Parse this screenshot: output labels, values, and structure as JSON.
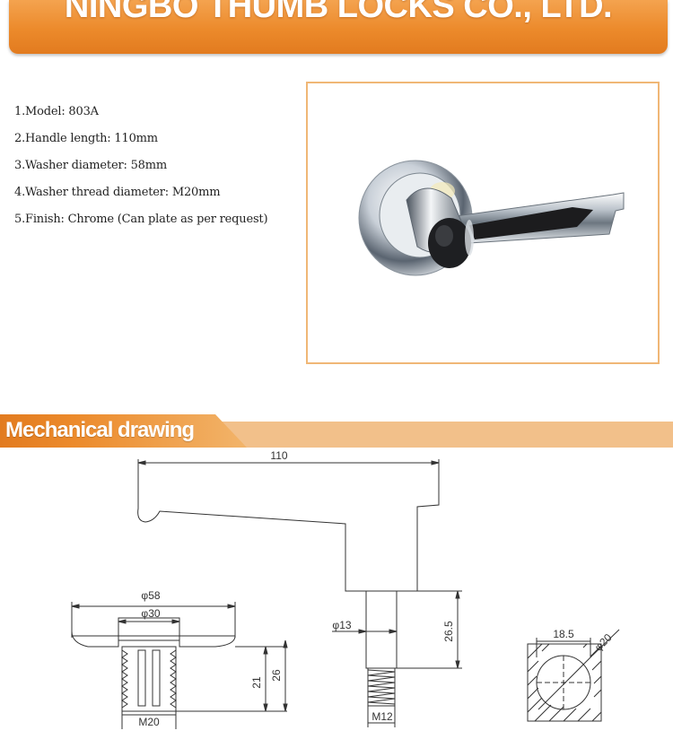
{
  "header": {
    "title": "NINGBO THUMB LOCKS CO., LTD."
  },
  "specs": [
    "1.Model: 803A",
    "2.Handle length: 110mm",
    "3.Washer diameter: 58mm",
    "4.Washer thread diameter: M20mm",
    "5.Finish: Chrome (Can plate as per request)"
  ],
  "section": {
    "title": "Mechanical drawing"
  },
  "drawing": {
    "handle_length": "110",
    "washer_dia": "φ58",
    "inner_dia": "φ30",
    "thread_len_1": "21",
    "thread_len_2": "26",
    "thread_size": "M20",
    "shaft_dia": "φ13",
    "shaft_len": "26.5",
    "shaft_thread": "M12",
    "section_width": "18.5",
    "section_dia": "φ20"
  },
  "colors": {
    "accent": "#ec8a2b",
    "frame": "#f0b776"
  }
}
